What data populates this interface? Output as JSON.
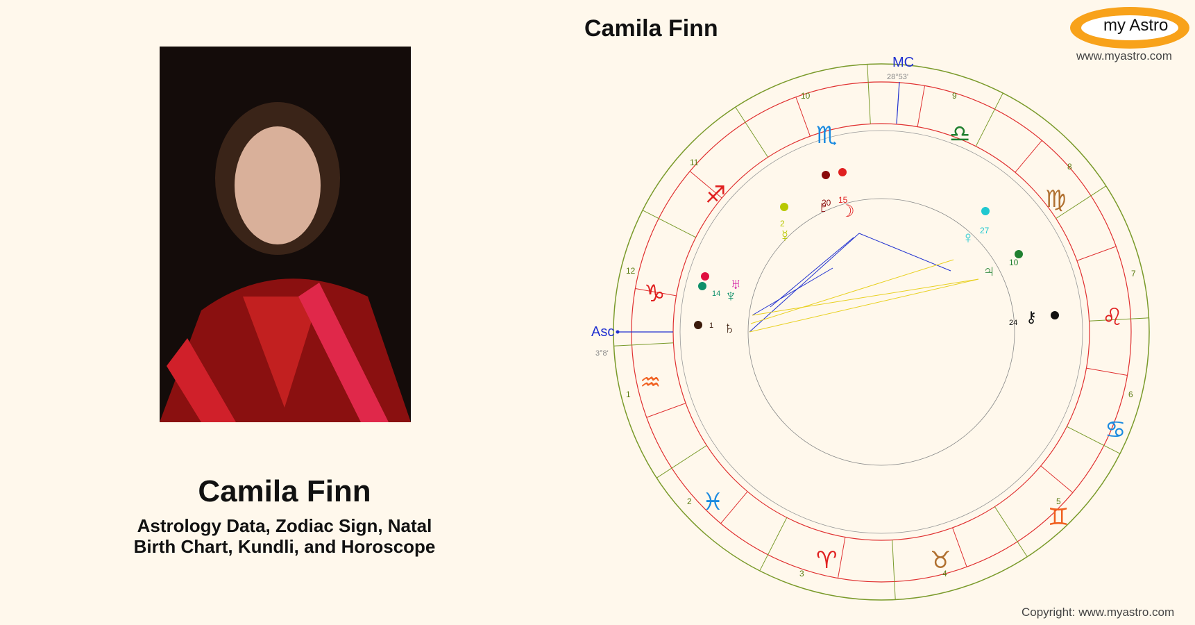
{
  "person": {
    "name": "Camila Finn",
    "subtitle_line1": "Astrology Data, Zodiac Sign, Natal",
    "subtitle_line2": "Birth Chart, Kundli, and Horoscope"
  },
  "chart": {
    "title": "Camila Finn",
    "mc_label": "MC",
    "mc_degree": "28°53'",
    "asc_label": "Asc",
    "asc_degree": "3°8'"
  },
  "brand": {
    "logo_text": "my Astro",
    "site": "www.myastro.com",
    "copyright": "Copyright: www.myastro.com",
    "accent": "#f8a21a"
  },
  "house_numbers": [
    "1",
    "2",
    "3",
    "4",
    "5",
    "6",
    "7",
    "8",
    "9",
    "10",
    "11",
    "12"
  ],
  "signs": [
    "aquarius",
    "pisces",
    "aries",
    "taurus",
    "gemini",
    "cancer",
    "leo",
    "virgo",
    "libra",
    "scorpio",
    "sagittarius",
    "capricorn"
  ],
  "planet_labels": {
    "pluto": "20",
    "moon": "15",
    "mercury": "2",
    "venus": "27",
    "jupiter": "10",
    "chiron": "24",
    "saturn": "1",
    "neptune": "14"
  },
  "colors": {
    "ring_outer": "#7a9a2a",
    "ring_red": "#e03030",
    "axis_blue": "#2030d0",
    "aspect_yellow": "#e8d020"
  }
}
